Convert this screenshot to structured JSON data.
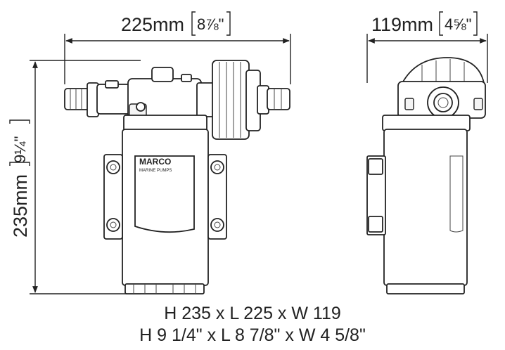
{
  "dimensions": {
    "length_mm": "225mm",
    "length_in": "8⅞\"",
    "width_mm": "119mm",
    "width_in": "4⅝\"",
    "height_mm": "235mm",
    "height_in": "9¼\""
  },
  "logo": {
    "brand": "MARCO",
    "tagline": "MARINE PUMPS"
  },
  "caption": {
    "line1": "H 235 x L 225 x W 119",
    "line2": "H 9 1/4\" x L 8 7/8\" x W 4 5/8\""
  }
}
